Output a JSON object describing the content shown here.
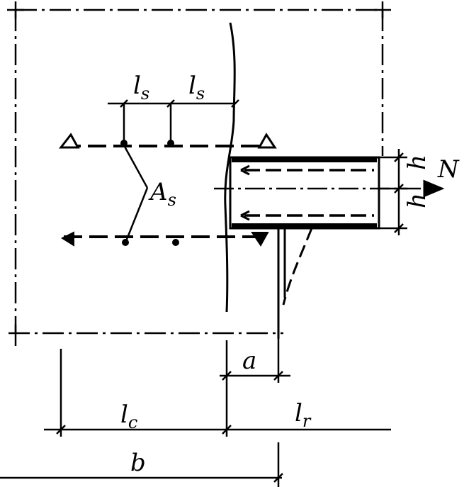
{
  "labels": {
    "ls_left": {
      "main": "l",
      "sub": "s"
    },
    "ls_right": {
      "main": "l",
      "sub": "s"
    },
    "As": {
      "main": "A",
      "sub": "s"
    },
    "h_top": "h",
    "h_bottom": "h",
    "N": "N",
    "a": "a",
    "lc": {
      "main": "l",
      "sub": "c"
    },
    "lr": {
      "main": "l",
      "sub": "r"
    },
    "b": "b"
  }
}
